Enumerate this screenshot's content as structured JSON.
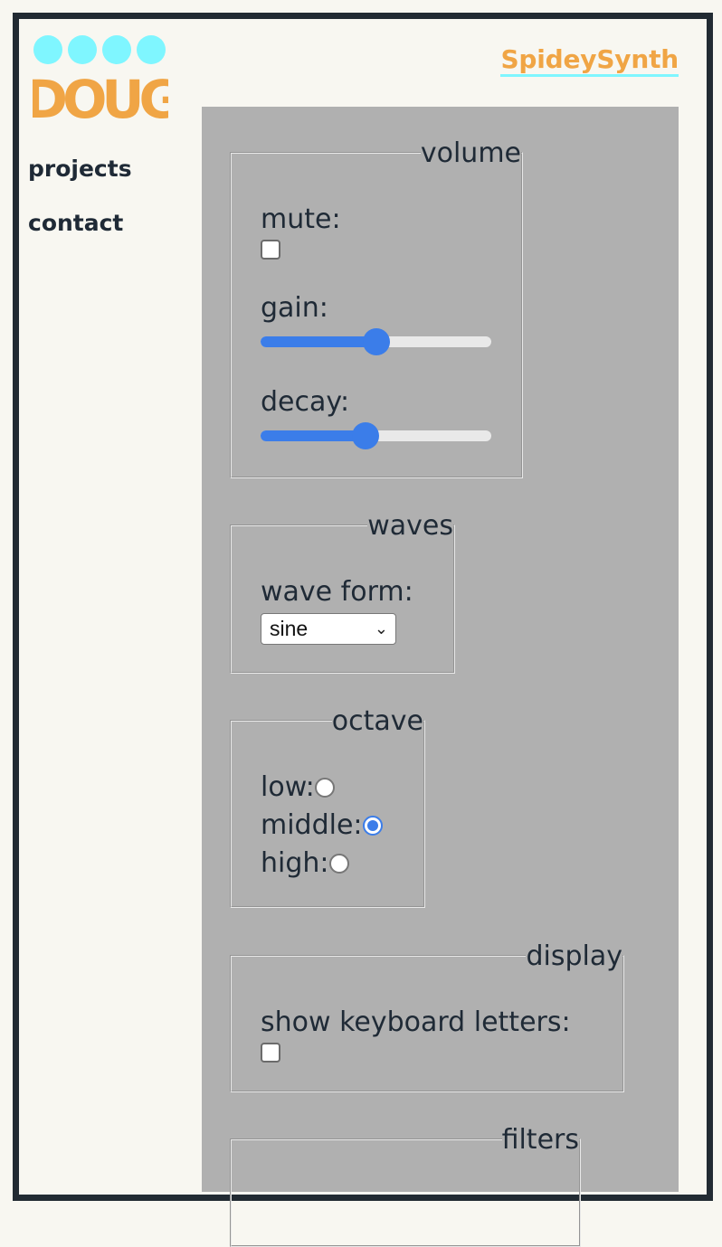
{
  "header": {
    "site_title": "SpideySynth",
    "logo_text": "DOUG"
  },
  "nav": {
    "items": [
      "projects",
      "contact"
    ]
  },
  "colors": {
    "logo_dots": "#7ff6ff",
    "logo_text": "#f0a545",
    "accent": "#3b7de9",
    "panel": "#b0b0b0"
  },
  "volume": {
    "legend": "volume",
    "mute_label": "mute:",
    "mute_checked": false,
    "gain_label": "gain:",
    "gain_value": 0.5,
    "decay_label": "decay:",
    "decay_value": 0.45
  },
  "waves": {
    "legend": "waves",
    "wave_form_label": "wave form:",
    "wave_form_value": "sine",
    "chevron": "chevron-down-icon"
  },
  "octave": {
    "legend": "octave",
    "options": [
      "low:",
      "middle:",
      "high:"
    ],
    "selected": "middle:"
  },
  "display": {
    "legend": "display",
    "show_letters_label": "show keyboard letters:",
    "show_letters_checked": false
  },
  "filters": {
    "legend": "filters"
  }
}
